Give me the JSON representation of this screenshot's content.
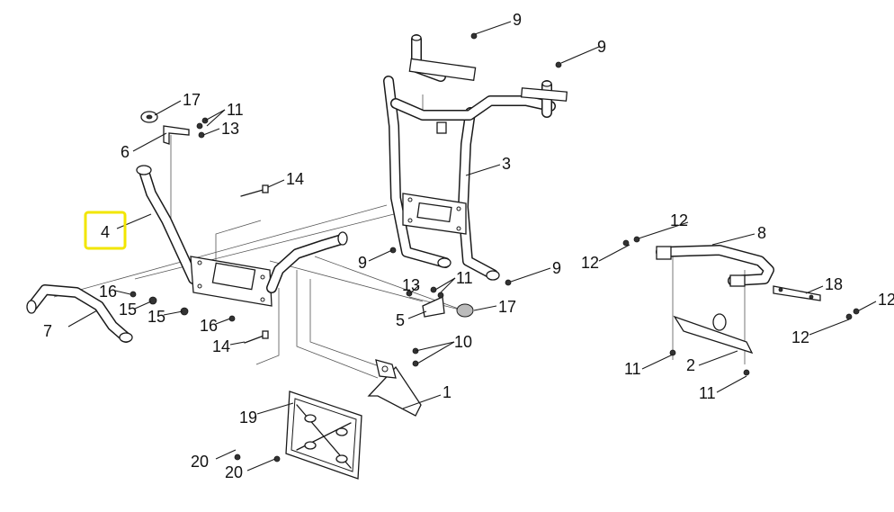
{
  "callouts": [
    {
      "id": "c1",
      "text": "1"
    },
    {
      "id": "c2",
      "text": "2"
    },
    {
      "id": "c3",
      "text": "3"
    },
    {
      "id": "c4",
      "text": "4"
    },
    {
      "id": "c5",
      "text": "5"
    },
    {
      "id": "c6",
      "text": "6"
    },
    {
      "id": "c7",
      "text": "7"
    },
    {
      "id": "c8",
      "text": "8"
    },
    {
      "id": "c9a",
      "text": "9"
    },
    {
      "id": "c9b",
      "text": "9"
    },
    {
      "id": "c9c",
      "text": "9"
    },
    {
      "id": "c9d",
      "text": "9"
    },
    {
      "id": "c10",
      "text": "10"
    },
    {
      "id": "c11a",
      "text": "11"
    },
    {
      "id": "c11b",
      "text": "11"
    },
    {
      "id": "c11c",
      "text": "11"
    },
    {
      "id": "c11d",
      "text": "11"
    },
    {
      "id": "c12a",
      "text": "12"
    },
    {
      "id": "c12b",
      "text": "12"
    },
    {
      "id": "c12c",
      "text": "12"
    },
    {
      "id": "c12d",
      "text": "12"
    },
    {
      "id": "c13a",
      "text": "13"
    },
    {
      "id": "c13b",
      "text": "13"
    },
    {
      "id": "c14a",
      "text": "14"
    },
    {
      "id": "c14b",
      "text": "14"
    },
    {
      "id": "c15a",
      "text": "15"
    },
    {
      "id": "c15b",
      "text": "15"
    },
    {
      "id": "c16a",
      "text": "16"
    },
    {
      "id": "c16b",
      "text": "16"
    },
    {
      "id": "c17a",
      "text": "17"
    },
    {
      "id": "c17b",
      "text": "17"
    },
    {
      "id": "c18",
      "text": "18"
    },
    {
      "id": "c19",
      "text": "19"
    },
    {
      "id": "c20a",
      "text": "20"
    },
    {
      "id": "c20b",
      "text": "20"
    }
  ],
  "highlight": {
    "callout": "4",
    "color": "#f2e600"
  }
}
